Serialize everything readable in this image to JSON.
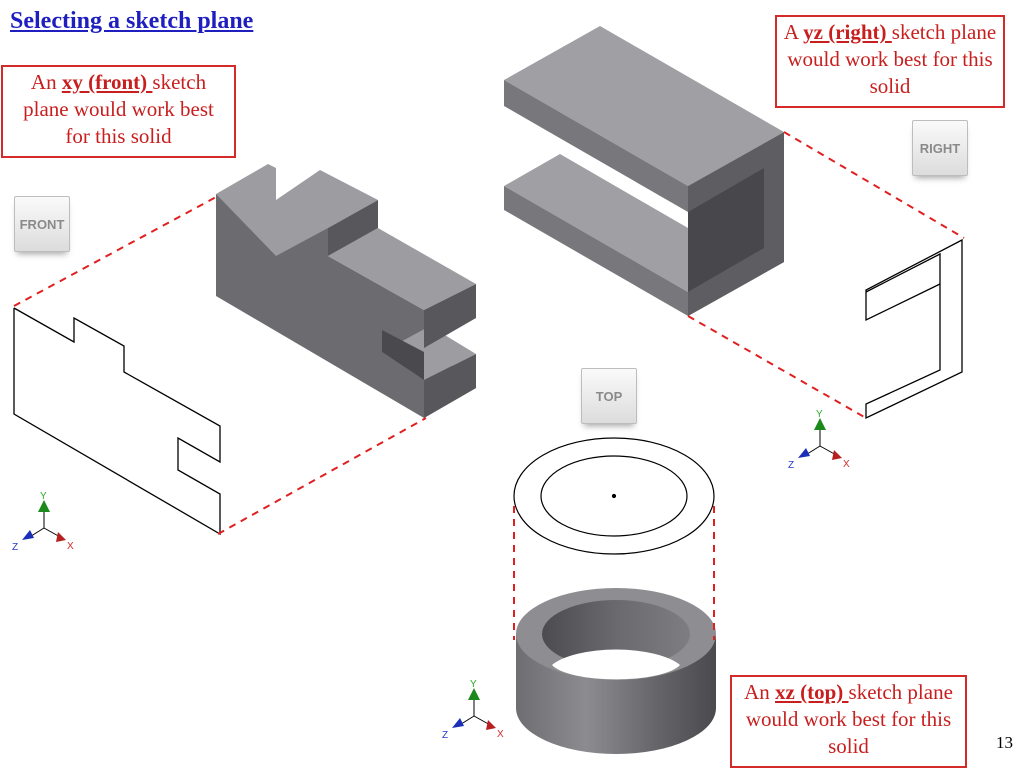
{
  "title": "Selecting a sketch plane",
  "callouts": {
    "front": {
      "pre": "An ",
      "em": "xy (front) ",
      "post": "sketch plane would work best for this solid"
    },
    "right": {
      "pre": "A ",
      "em": "yz (right) ",
      "post": "sketch plane would work best for this solid"
    },
    "top": {
      "pre": "An ",
      "em": "xz (top) ",
      "post": "sketch plane would work best for this solid"
    }
  },
  "view_buttons": {
    "front": "FRONT",
    "right": "RIGHT",
    "top": "TOP"
  },
  "axis_labels": {
    "x": "X",
    "y": "Y",
    "z": "Z"
  },
  "page_number": "13",
  "colors": {
    "title": "#1f1fbf",
    "callout_text": "#c81e1e",
    "callout_border": "#d42a2a",
    "projection_line": "#e02020",
    "solid_top": "#a0a0a4",
    "solid_front": "#707074",
    "solid_side": "#58585c"
  }
}
